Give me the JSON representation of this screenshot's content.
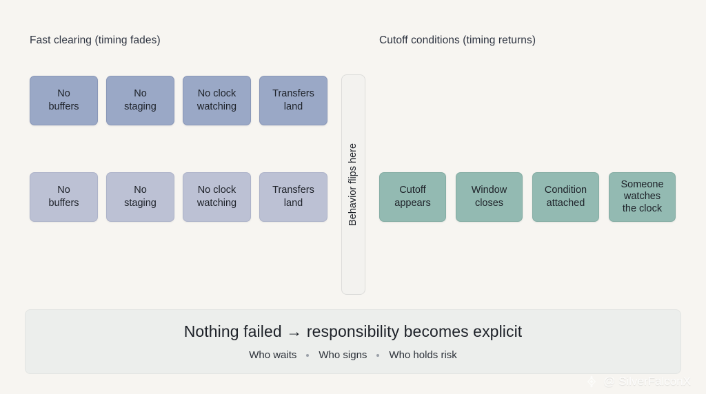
{
  "headings": {
    "left": "Fast clearing (timing fades)",
    "right": "Cutoff conditions (timing returns)"
  },
  "row_fast_clearing": [
    {
      "label": "No\nbuffers"
    },
    {
      "label": "No\nstaging"
    },
    {
      "label": "No clock\nwatching"
    },
    {
      "label": "Transfers\nland"
    }
  ],
  "row_fast_clearing_repeat": [
    {
      "label": "No\nbuffers"
    },
    {
      "label": "No\nstaging"
    },
    {
      "label": "No clock\nwatching"
    },
    {
      "label": "Transfers\nland"
    }
  ],
  "row_cutoff_conditions": [
    {
      "label": "Cutoff\nappears"
    },
    {
      "label": "Window\ncloses"
    },
    {
      "label": "Condition\nattached"
    },
    {
      "label": "Someone\nwatches\nthe clock"
    }
  ],
  "divider": {
    "label": "Behavior flips here"
  },
  "summary": {
    "headline": "Nothing failed → responsibility becomes explicit",
    "items": [
      "Who waits",
      "Who signs",
      "Who holds risk"
    ]
  },
  "watermark": {
    "handle": "@ SilverFalconX",
    "logo_icon": "diamond-logo-icon"
  },
  "colors": {
    "background": "#f7f5f1",
    "blue_strong": "#9aa8c6",
    "blue_soft": "#bcc1d4",
    "green": "#93bab2",
    "banner": "#eceeec",
    "divider": "#f3f2ef",
    "text": "#1d2128"
  }
}
